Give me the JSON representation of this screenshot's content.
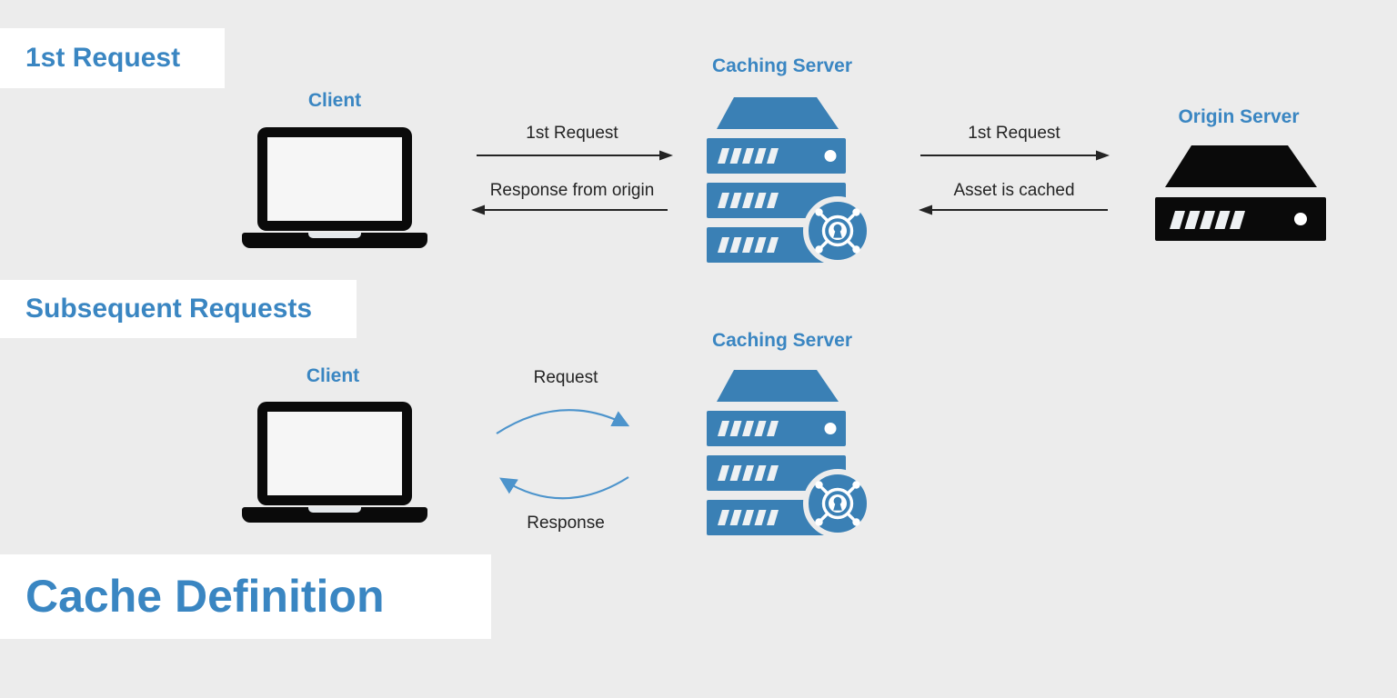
{
  "colors": {
    "background": "#ececec",
    "panel": "#ffffff",
    "accent_blue": "#3a86c2",
    "server_blue": "#3a80b5",
    "arrow_blue": "#4d94cc",
    "arrow_black": "#242424",
    "icon_black": "#0a0a0a"
  },
  "sections": {
    "first_request": {
      "heading": "1st Request"
    },
    "subsequent_requests": {
      "heading": "Subsequent Requests"
    },
    "cache_definition": {
      "heading": "Cache Definition"
    }
  },
  "row_first_request": {
    "client": {
      "label": "Client",
      "icon": "laptop-icon"
    },
    "caching_server": {
      "label": "Caching Server",
      "icon": "server-stack-security-icon"
    },
    "origin_server": {
      "label": "Origin Server",
      "icon": "server-icon"
    },
    "client_to_cache": {
      "forward_label": "1st Request",
      "return_label": "Response from origin"
    },
    "cache_to_origin": {
      "forward_label": "1st Request",
      "return_label": "Asset is cached"
    }
  },
  "row_subsequent": {
    "client": {
      "label": "Client",
      "icon": "laptop-icon"
    },
    "caching_server": {
      "label": "Caching Server",
      "icon": "server-stack-security-icon"
    },
    "exchange": {
      "request_label": "Request",
      "response_label": "Response"
    }
  }
}
